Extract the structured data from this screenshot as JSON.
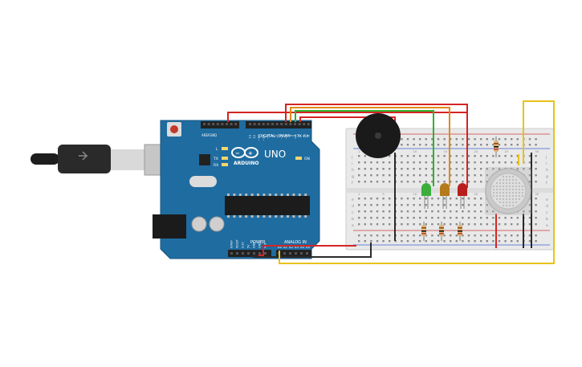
{
  "board": {
    "logo_text": "ARDUINO",
    "model": "UNO",
    "digital_label": "DIGITAL (PWM ~)",
    "power_label": "POWER",
    "analog_label": "ANALOG IN",
    "on_label": "ON",
    "led_labels": [
      "L",
      "TX",
      "RX"
    ],
    "aref_label": "AREF",
    "gnd_label": "GND",
    "tx_label": "TX",
    "rx_label": "RX",
    "digital_pins": [
      "13",
      "12",
      "~11",
      "~10",
      "~9",
      "8",
      "7",
      "~6",
      "~5",
      "4",
      "~3",
      "2",
      "1",
      "0"
    ],
    "power_pins": [
      "IOREF",
      "RESET",
      "3.3V",
      "5V",
      "GND",
      "GND",
      "VIN"
    ],
    "analog_pins": [
      "A0",
      "A1",
      "A2",
      "A3",
      "A4",
      "A5"
    ]
  },
  "breadboard": {
    "row_letters_top": [
      "j",
      "i",
      "h",
      "g",
      "f"
    ],
    "row_letters_bottom": [
      "e",
      "d",
      "c",
      "b",
      "a"
    ],
    "column_numbers": [
      "1",
      "5",
      "10",
      "15",
      "20",
      "25",
      "30"
    ]
  },
  "components": {
    "leds": [
      {
        "name": "green",
        "color": "#3cae3c"
      },
      {
        "name": "amber",
        "color": "#b47a1c"
      },
      {
        "name": "red",
        "color": "#b81e1e"
      }
    ],
    "buzzer_color": "#1a1a1a",
    "gas_sensor_color": "#c9c9c9"
  },
  "wire_colors": {
    "red": "#d42424",
    "black": "#2a2a2a",
    "green": "#2fb22f",
    "orange": "#e08a18",
    "yellow": "#e8c21a"
  }
}
